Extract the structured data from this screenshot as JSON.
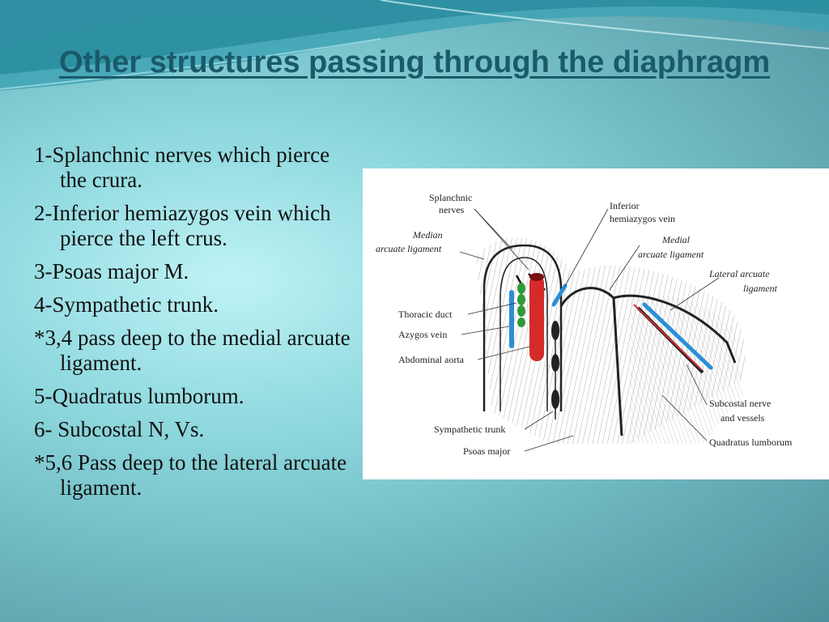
{
  "slide": {
    "title": "Other structures passing through the diaphragm",
    "items": [
      "1-Splanchnic nerves which pierce the crura.",
      "2-Inferior hemiazygos vein which pierce the left crus.",
      "3-Psoas major M.",
      "4-Sympathetic trunk.",
      "*3,4 pass deep to the medial arcuate ligament.",
      "5-Quadratus lumborum.",
      "6- Subcostal N, Vs.",
      "*5,6 Pass deep to the lateral arcuate ligament."
    ]
  },
  "figure": {
    "labels": {
      "splanchnic_1": "Splanchnic",
      "splanchnic_2": "nerves",
      "median_1": "Median",
      "median_2": "arcuate ligament",
      "inferior_1": "Inferior",
      "inferior_2": "hemiazygos vein",
      "medial_1": "Medial",
      "medial_2": "arcuate ligament",
      "lateral_1": "Lateral arcuate",
      "lateral_2": "ligament",
      "thoracic_duct": "Thoracic duct",
      "azygos_vein": "Azygos vein",
      "abdominal_aorta": "Abdominal aorta",
      "subcostal_1": "Subcostal nerve",
      "subcostal_2": "and vessels",
      "sympathetic_trunk": "Sympathetic trunk",
      "psoas_major": "Psoas major",
      "quadratus_lumborum": "Quadratus lumborum"
    },
    "colors": {
      "artery": "#d42a2a",
      "vein": "#2a8fd8",
      "thoracic_duct": "#2f9a3a",
      "nerve": "#1a1a1a"
    }
  }
}
